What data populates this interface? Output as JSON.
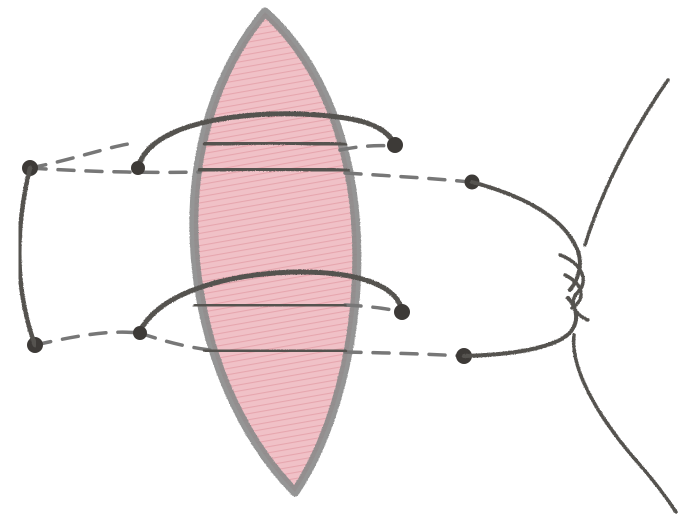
{
  "figure": {
    "kind": "suture illustration",
    "wound": {
      "fill_color": "#e7a8b0",
      "fill_color_light": "#f3ccd1",
      "edge_color": "#8a8a8a"
    },
    "suture": {
      "thread_color": "#555250",
      "knot_dot_color": "#3d3a37",
      "hidden_path_color": "#777777",
      "hidden_path_style": "dashed"
    },
    "stitch_count": 2
  }
}
